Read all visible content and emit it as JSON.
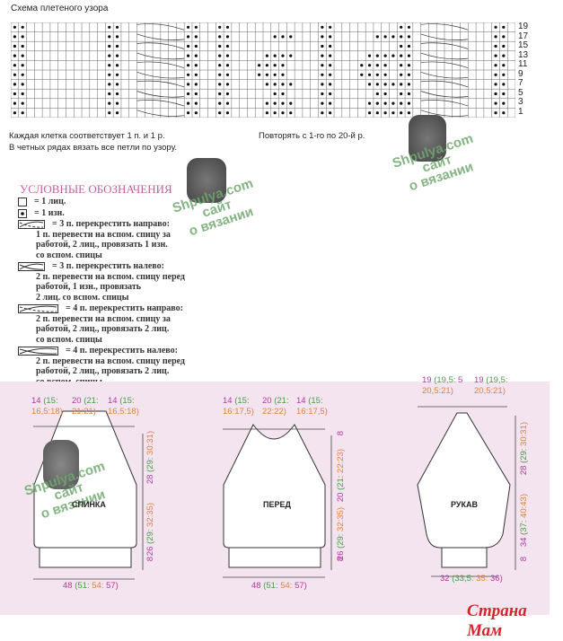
{
  "chart": {
    "title": "Схема плетеного узора",
    "row_numbers": [
      "19",
      "17",
      "15",
      "13",
      "11",
      "9",
      "7",
      "5",
      "3",
      "1"
    ],
    "note1": "Каждая клетка соответствует 1 п. и 1 р.",
    "note2": "В четных рядах вязать все петли по узору.",
    "repeat": "Повторять с 1-го по 20-й р."
  },
  "watermark": {
    "line1": "Shpulya.com",
    "line2": "сайт",
    "line3": "о вязании"
  },
  "legend": {
    "heading": "УСЛОВНЫЕ ОБОЗНАЧЕНИЯ",
    "items": [
      {
        "icon": "knit-square",
        "lines": [
          "= 1 лиц."
        ]
      },
      {
        "icon": "purl-dot",
        "lines": [
          "= 1 изн."
        ]
      },
      {
        "icon": "cross-right-3",
        "lines": [
          "= 3 п. перекрестить направо:",
          "1 п. перевести на вспом. спицу за",
          "работой, 2 лиц., провязать 1 изн.",
          "со вспом. спицы"
        ]
      },
      {
        "icon": "cross-left-3",
        "lines": [
          "= 3 п. перекрестить налево:",
          "2 п. перевести на вспом. спицу перед",
          "работой, 1 изн., провязать",
          "2 лиц. со вспом. спицы"
        ]
      },
      {
        "icon": "cross-right-4",
        "lines": [
          "= 4 п. перекрестить направо:",
          "2 п. перевести на вспом. спицу за",
          "работой, 2 лиц., провязать 2 лиц.",
          "со вспом. спицы"
        ]
      },
      {
        "icon": "cross-left-4",
        "lines": [
          "= 4 п. перекрестить налево:",
          "2 п. перевести на вспом. спицу перед",
          "работой, 2 лиц., провязать 2 лиц.",
          "со вспом. спицы"
        ]
      }
    ]
  },
  "back": {
    "label": "СПИНКА",
    "top": [
      [
        "14",
        "(15:",
        "16,5:18)"
      ],
      [
        "20",
        "(21:",
        "21:21)"
      ],
      [
        "14",
        "(15:",
        "16,5:18)"
      ]
    ],
    "h1": [
      "28",
      "(29:",
      "30:31)"
    ],
    "h2": [
      "26",
      "(29:",
      "32:35)"
    ],
    "h3": "8",
    "w": [
      "48",
      "(51:",
      "54:",
      "57)"
    ]
  },
  "front": {
    "label": "ПЕРЕД",
    "top": [
      [
        "14",
        "(15:",
        "16:17,5)"
      ],
      [
        "20",
        "(21:",
        "22:22)"
      ],
      [
        "14",
        "(15:",
        "16:17,5)"
      ]
    ],
    "h0": "8",
    "h1": [
      "20",
      "(21:",
      "22:23)"
    ],
    "h2": [
      "26",
      "(29:",
      "32:35)"
    ],
    "h3": "8",
    "w": [
      "48",
      "(51:",
      "54:",
      "57)"
    ]
  },
  "sleeve": {
    "label": "РУКАВ",
    "top": [
      [
        "19",
        "(19,5:",
        "20,5:21)"
      ],
      [
        "5"
      ],
      [
        "19",
        "(19,5:",
        "20,5:21)"
      ]
    ],
    "h1": [
      "28",
      "(29:",
      "30:31)"
    ],
    "h2": [
      "34",
      "(37:",
      "40:43)"
    ],
    "h3": "8",
    "w": [
      "32",
      "(33,5:",
      "35:",
      "36)"
    ]
  },
  "logo": "Страна Мам"
}
